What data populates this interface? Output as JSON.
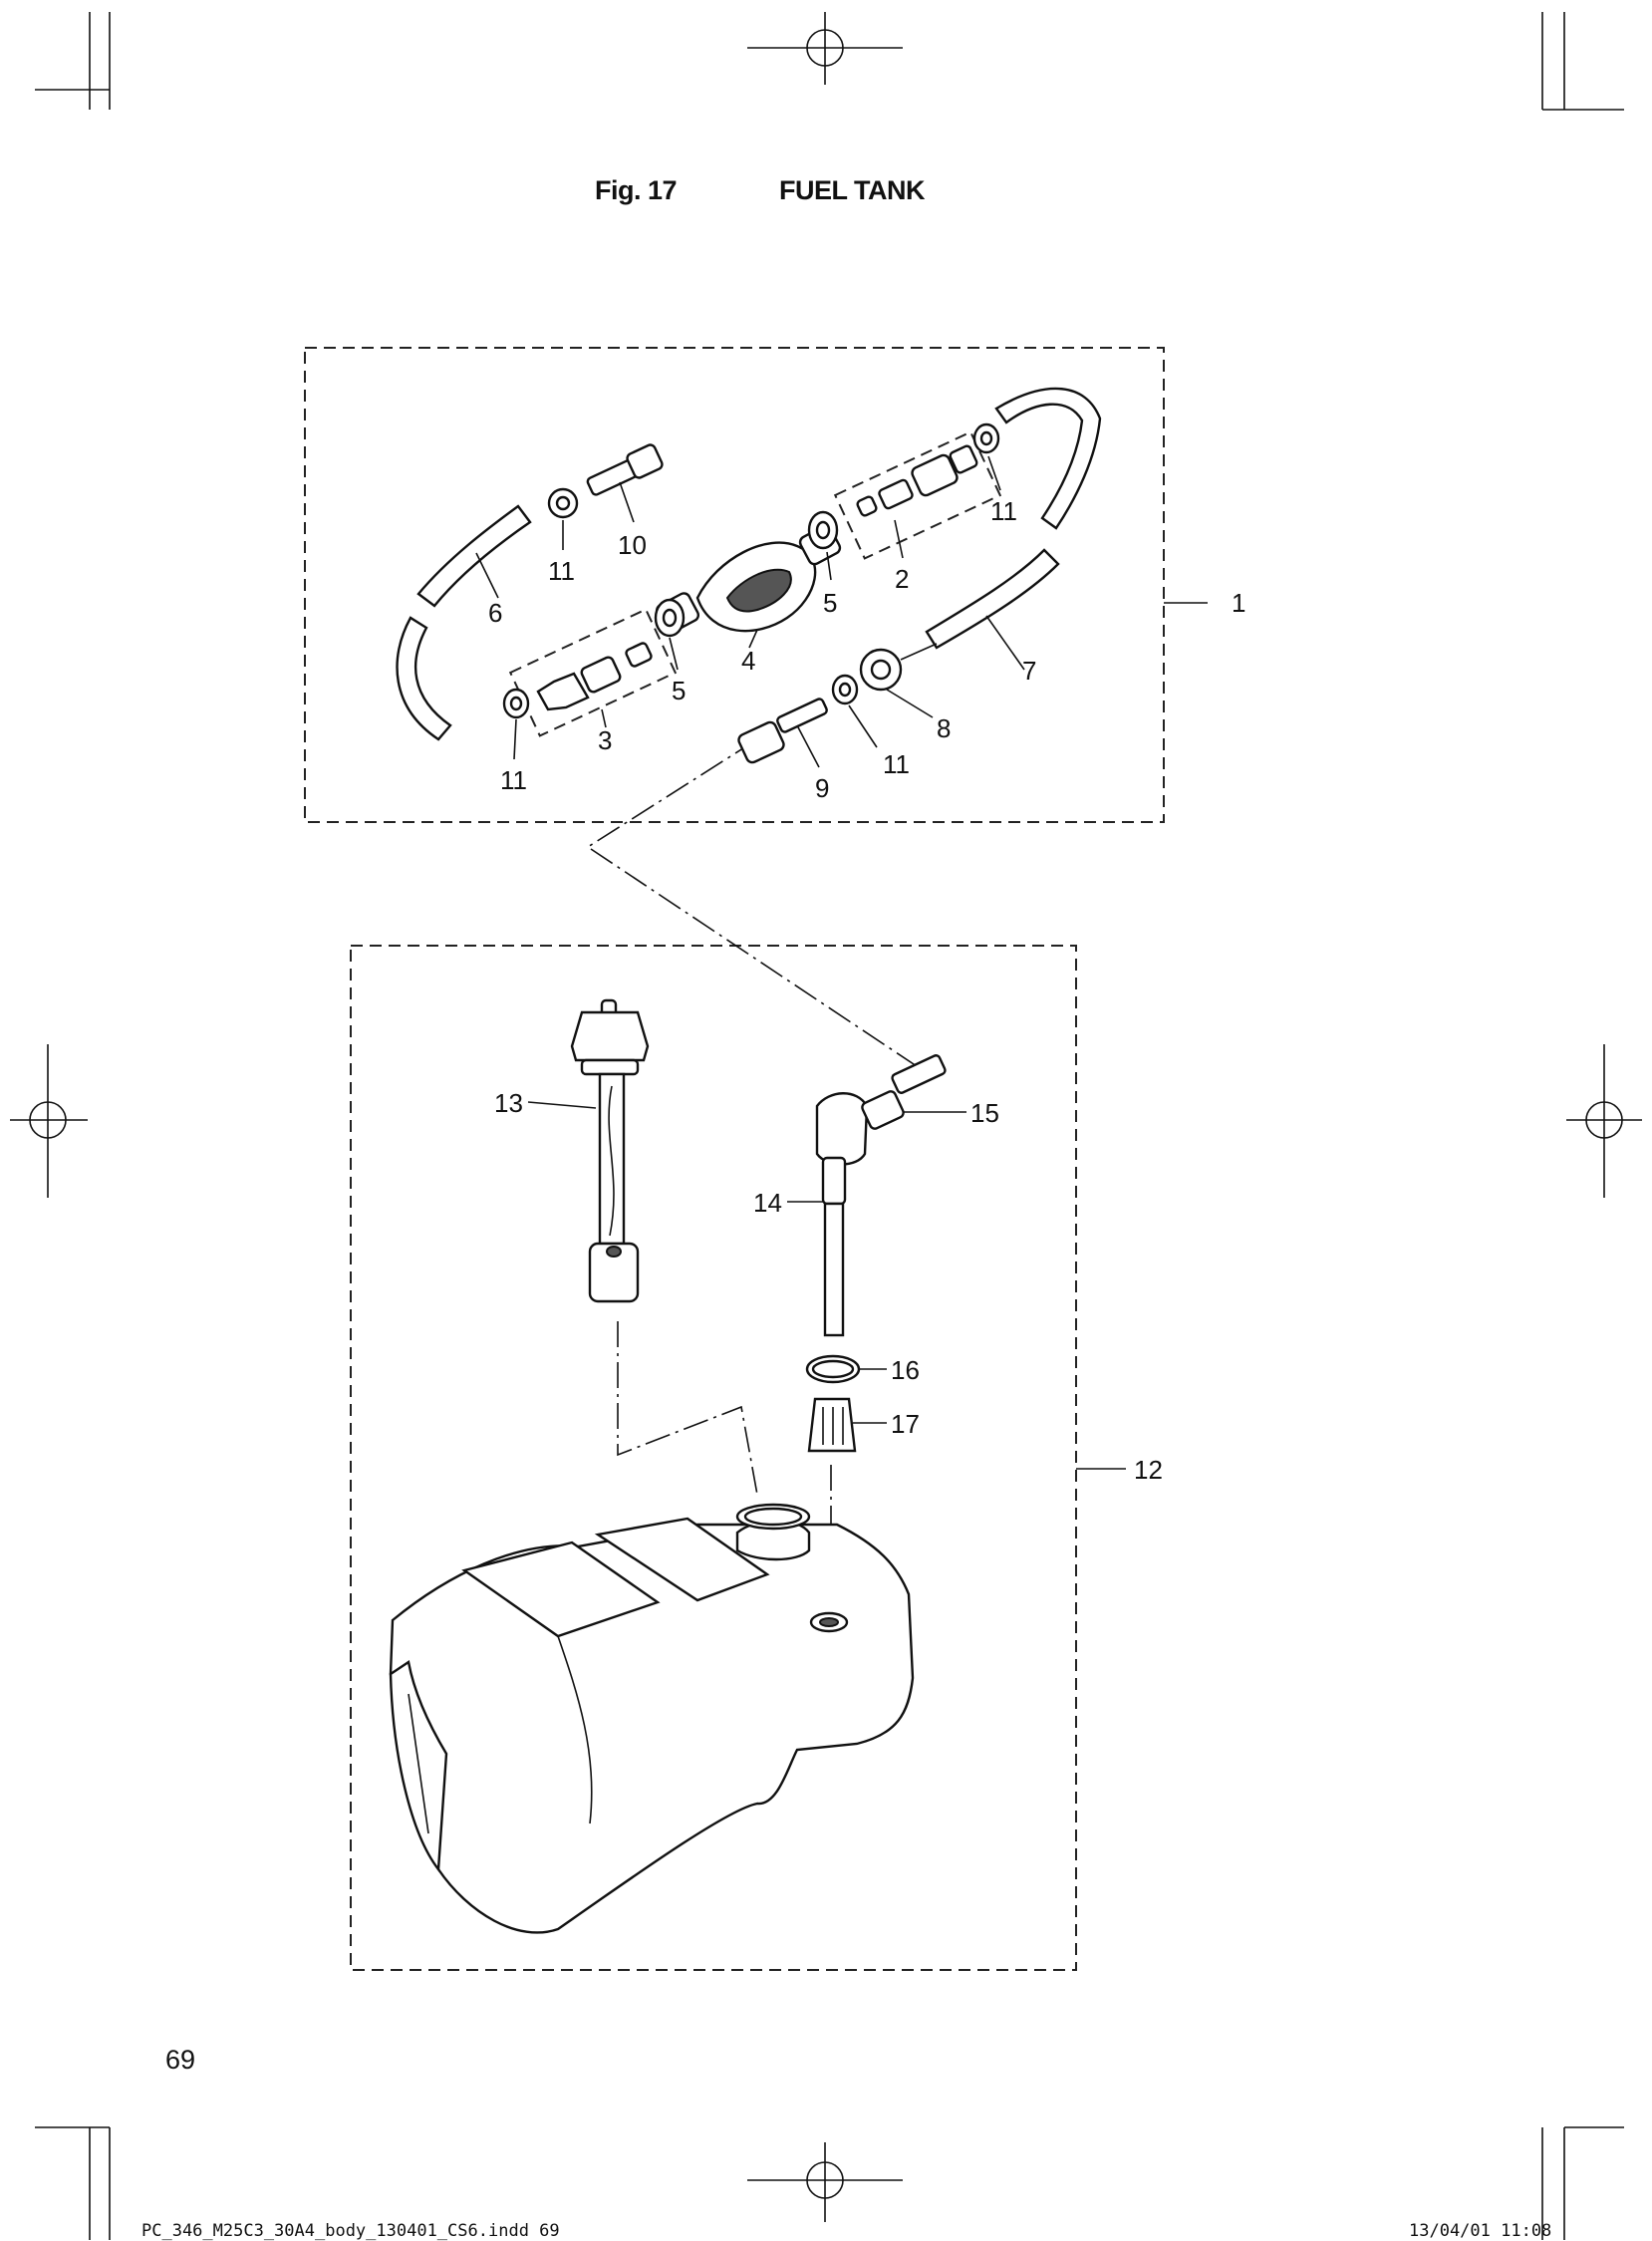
{
  "figure": {
    "number": "Fig. 17",
    "title": "FUEL TANK"
  },
  "page_number": "69",
  "footer": {
    "file": "PC_346_M25C3_30A4_body_130401_CS6.indd   69",
    "date": "13/04/01   11:08"
  },
  "callouts": {
    "c1": "1",
    "c2": "2",
    "c3": "3",
    "c4": "4",
    "c5a": "5",
    "c5b": "5",
    "c6": "6",
    "c7": "7",
    "c8": "8",
    "c9": "9",
    "c10": "10",
    "c11a": "11",
    "c11b": "11",
    "c11c": "11",
    "c11d": "11",
    "c12": "12",
    "c13": "13",
    "c14": "14",
    "c15": "15",
    "c16": "16",
    "c17": "17"
  },
  "icons": {
    "registration": "registration-crosshair-icon",
    "crop": "crop-mark-icon"
  }
}
